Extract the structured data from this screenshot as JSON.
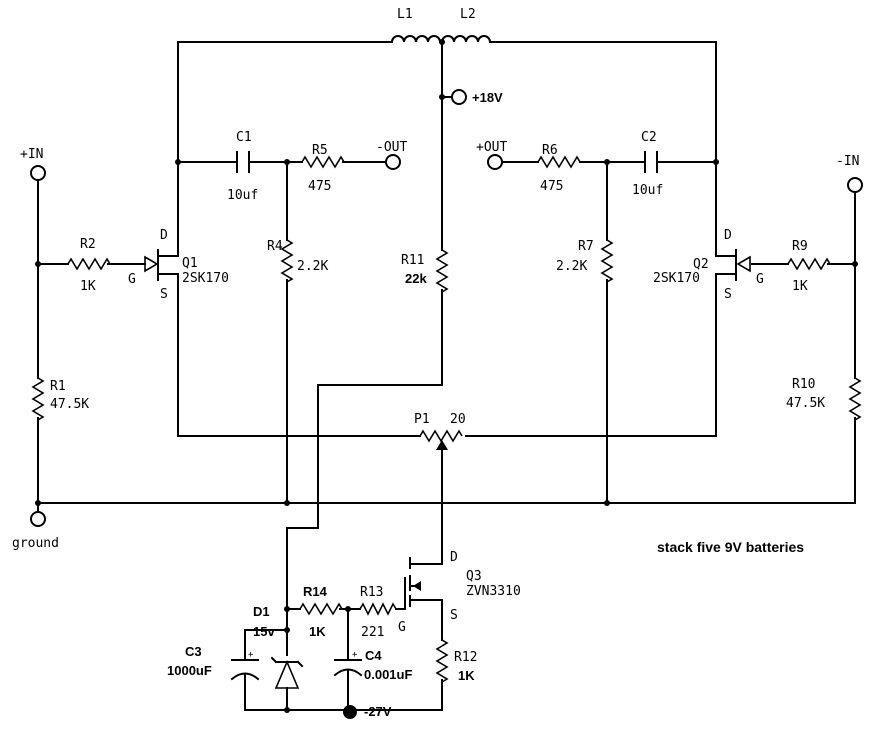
{
  "inductors": {
    "l1": "L1",
    "l2": "L2"
  },
  "supply": {
    "pos": "+18V",
    "neg": "-27V"
  },
  "io": {
    "in_pos": "+IN",
    "in_neg": "-IN",
    "out_neg": "-OUT",
    "out_pos": "+OUT",
    "ground": "ground"
  },
  "q1": {
    "name": "Q1",
    "part": "2SK170",
    "d": "D",
    "g": "G",
    "s": "S"
  },
  "q2": {
    "name": "Q2",
    "part": "2SK170",
    "d": "D",
    "g": "G",
    "s": "S"
  },
  "q3": {
    "name": "Q3",
    "part": "ZVN3310",
    "d": "D",
    "g": "G",
    "s": "S"
  },
  "c1": {
    "name": "C1",
    "value": "10uf"
  },
  "c2": {
    "name": "C2",
    "value": "10uf"
  },
  "c3": {
    "name": "C3",
    "value": "1000uF"
  },
  "c4": {
    "name": "C4",
    "value": "0.001uF"
  },
  "r1": {
    "name": "R1",
    "value": "47.5K"
  },
  "r2": {
    "name": "R2",
    "value": "1K"
  },
  "r4": {
    "name": "R4",
    "value": "2.2K"
  },
  "r5": {
    "name": "R5",
    "value": "475"
  },
  "r6": {
    "name": "R6",
    "value": "475"
  },
  "r7": {
    "name": "R7",
    "value": "2.2K"
  },
  "r9": {
    "name": "R9",
    "value": "1K"
  },
  "r10": {
    "name": "R10",
    "value": "47.5K"
  },
  "r11": {
    "name": "R11",
    "value": "22k"
  },
  "r12": {
    "name": "R12",
    "value": "1K"
  },
  "r13": {
    "name": "R13",
    "value": "221"
  },
  "r14": {
    "name": "R14",
    "value": "1K"
  },
  "p1": {
    "name": "P1",
    "value": "20"
  },
  "d1": {
    "name": "D1",
    "value": "15v"
  },
  "note": "stack five 9V batteries"
}
